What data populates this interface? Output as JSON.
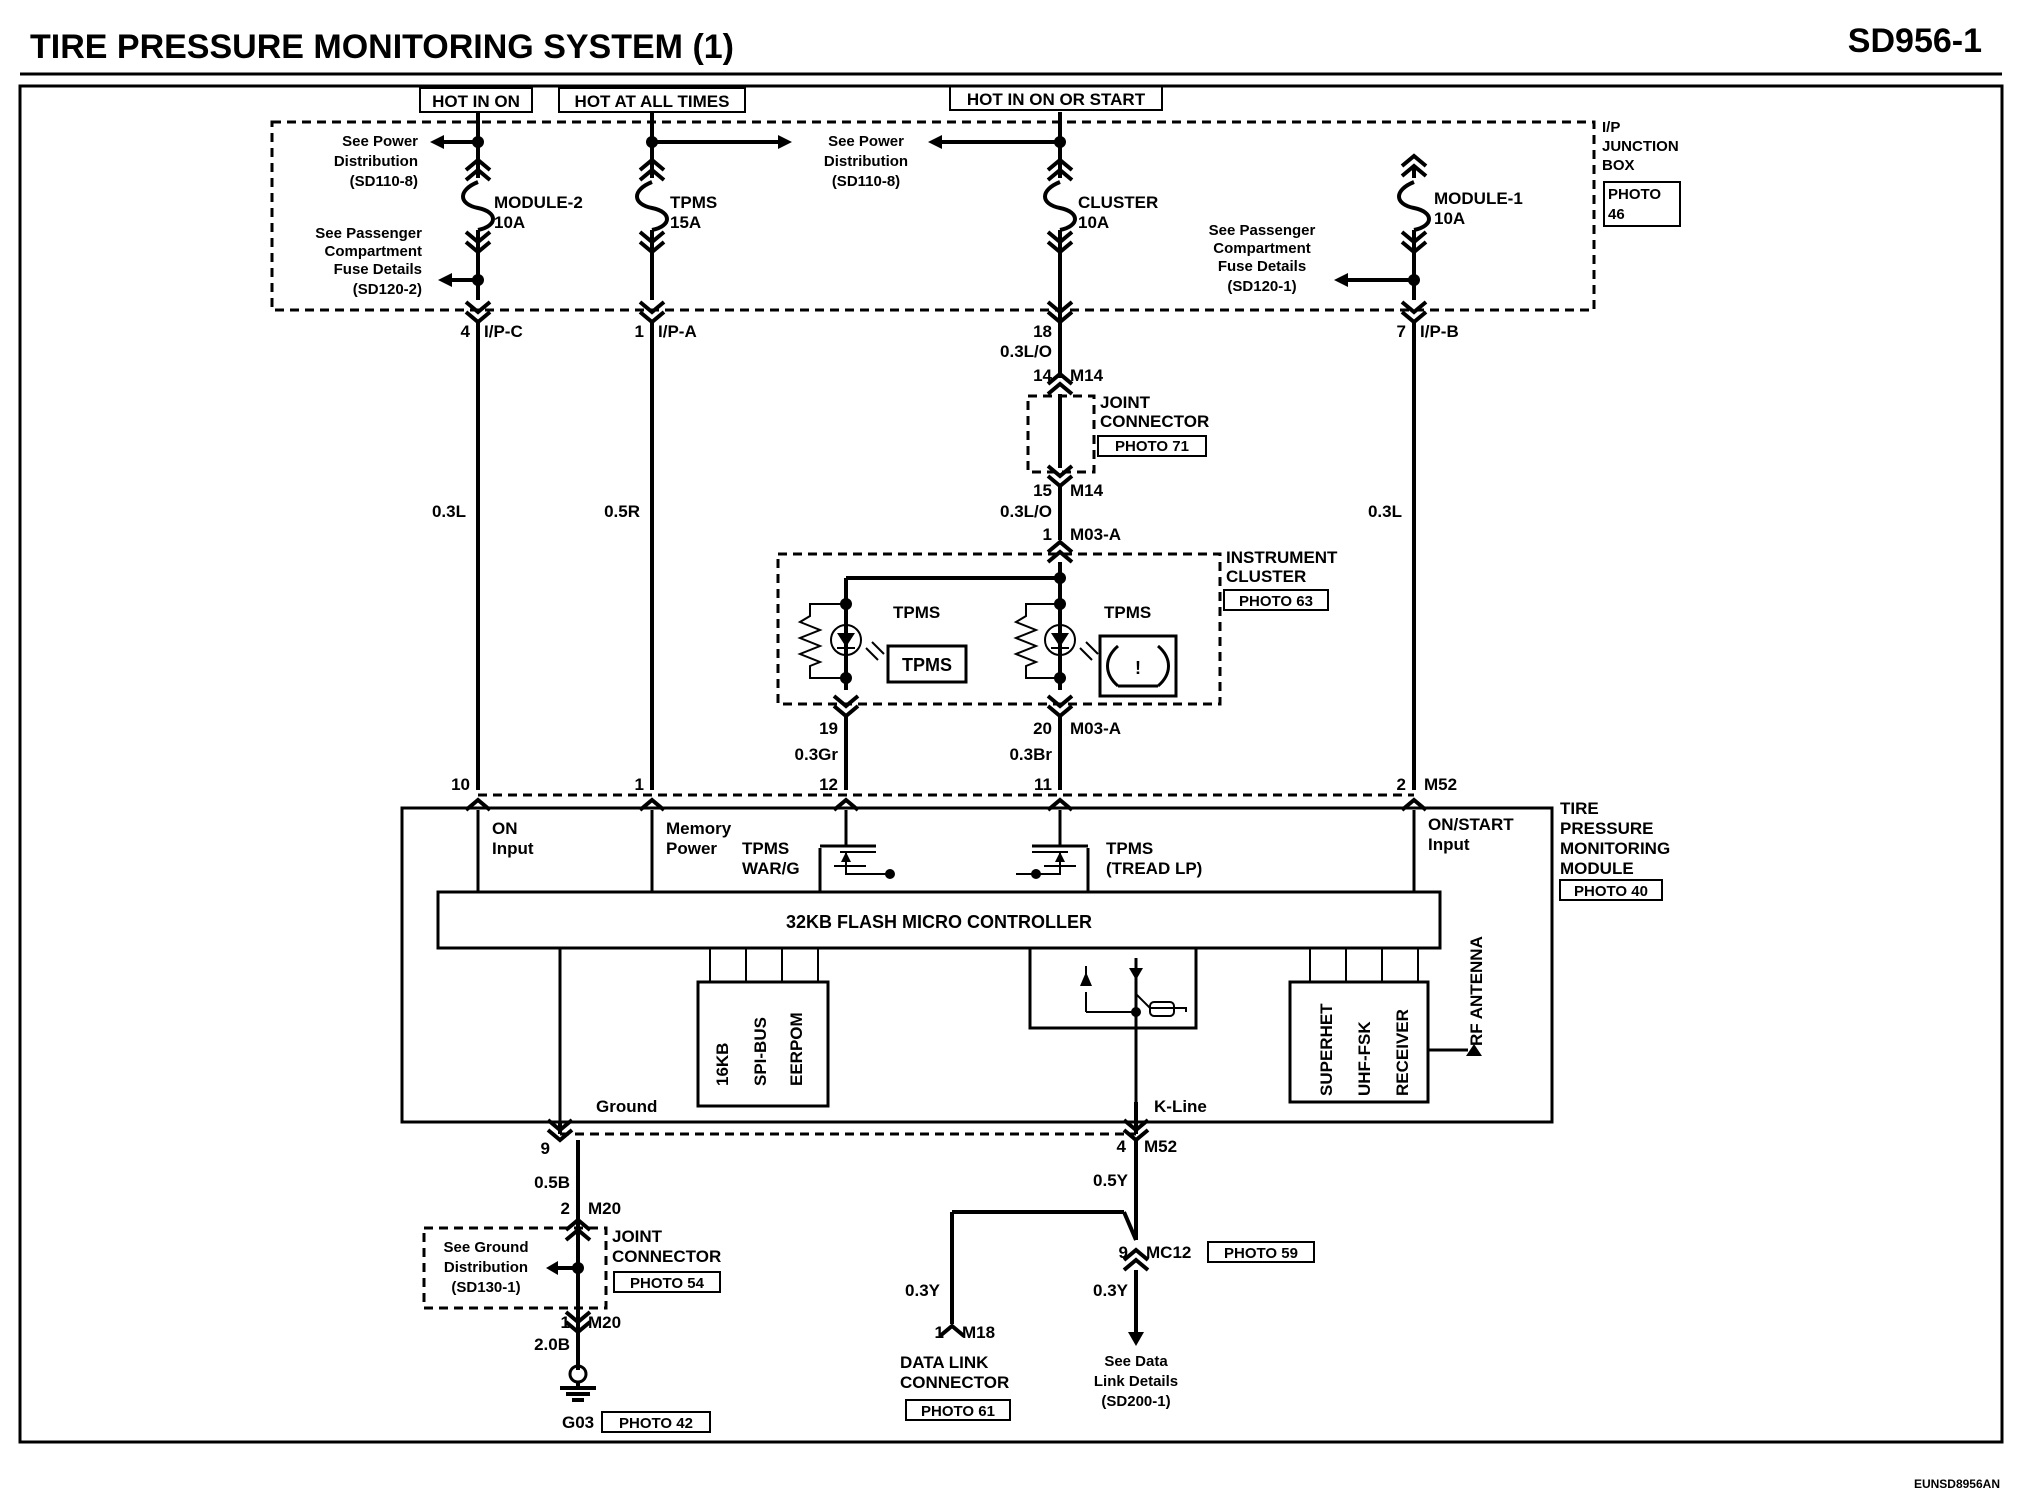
{
  "header": {
    "title": "TIRE PRESSURE MONITORING SYSTEM (1)",
    "code": "SD956-1"
  },
  "footer": {
    "drawing_id": "EUNSD8956AN"
  },
  "hot": {
    "on": "HOT IN ON",
    "always": "HOT AT ALL TIMES",
    "on_start": "HOT IN ON OR START"
  },
  "junction_box": {
    "l1": "I/P",
    "l2": "JUNCTION",
    "l3": "BOX",
    "p1": "PHOTO",
    "p2": "46"
  },
  "fuses": {
    "module2": {
      "name": "MODULE-2",
      "rating": "10A"
    },
    "tpms": {
      "name": "TPMS",
      "rating": "15A"
    },
    "cluster": {
      "name": "CLUSTER",
      "rating": "10A"
    },
    "module1": {
      "name": "MODULE-1",
      "rating": "10A"
    }
  },
  "refs": {
    "power_dist_1": [
      "See Power",
      "Distribution",
      "(SD110-8)"
    ],
    "power_dist_2": [
      "See Power",
      "Distribution",
      "(SD110-8)"
    ],
    "passenger_2": [
      "See Passenger",
      "Compartment",
      "Fuse Details",
      "(SD120-2)"
    ],
    "passenger_1": [
      "See Passenger",
      "Compartment",
      "Fuse Details",
      "(SD120-1)"
    ],
    "ground": [
      "See Ground",
      "Distribution",
      "(SD130-1)"
    ],
    "data_link": [
      "See Data",
      "Link Details",
      "(SD200-1)"
    ]
  },
  "connectors": {
    "ipc": {
      "pin": "4",
      "name": "I/P-C"
    },
    "ipa": {
      "pin": "1",
      "name": "I/P-A"
    },
    "ip_cluster": {
      "pin": "18"
    },
    "ipb": {
      "pin": "7",
      "name": "I/P-B"
    },
    "m14_top": {
      "pin": "14",
      "name": "M14"
    },
    "m14_bot": {
      "pin": "15",
      "name": "M14"
    },
    "m03a_top": {
      "pin": "1",
      "name": "M03-A"
    },
    "m03a_19": {
      "pin": "19"
    },
    "m03a_20": {
      "pin": "20",
      "name": "M03-A"
    },
    "m52": {
      "p10": "10",
      "p1": "1",
      "p12": "12",
      "p11": "11",
      "p2": "2",
      "name": "M52"
    },
    "m52_bot": {
      "p9": "9",
      "p4": "4",
      "name": "M52"
    },
    "m20_top": {
      "pin": "2",
      "name": "M20"
    },
    "m20_bot": {
      "pin": "1",
      "name": "M20"
    },
    "mc12": {
      "pin": "9",
      "name": "MC12",
      "photo": "PHOTO 59"
    },
    "m18": {
      "pin": "1",
      "name": "M18"
    }
  },
  "wires": {
    "a": "0.3L",
    "b": "0.5R",
    "c1": "0.3L/O",
    "c2": "0.3L/O",
    "d": "0.3L",
    "gr": "0.3Gr",
    "br": "0.3Br",
    "gnd1": "0.5B",
    "gnd2": "2.0B",
    "kline1": "0.5Y",
    "kline2": "0.3Y",
    "kline3": "0.3Y"
  },
  "joint_connector_1": {
    "l1": "JOINT",
    "l2": "CONNECTOR",
    "photo": "PHOTO 71"
  },
  "joint_connector_2": {
    "l1": "JOINT",
    "l2": "CONNECTOR",
    "photo": "PHOTO 54"
  },
  "instrument_cluster": {
    "l1": "INSTRUMENT",
    "l2": "CLUSTER",
    "photo": "PHOTO 63",
    "lamp_left": "TPMS",
    "lamp_right": "TPMS",
    "indicator_text": "TPMS",
    "warning_glyph": "!"
  },
  "tpms_module": {
    "l1": "TIRE",
    "l2": "PRESSURE",
    "l3": "MONITORING",
    "l4": "MODULE",
    "photo": "PHOTO 40",
    "on_input": [
      "ON",
      "Input"
    ],
    "memory_power": [
      "Memory",
      "Power"
    ],
    "onstart_input": [
      "ON/START",
      "Input"
    ],
    "warg": [
      "TPMS",
      "WAR/G"
    ],
    "tread": [
      "TPMS",
      "(TREAD LP)"
    ],
    "mcu": "32KB FLASH MICRO CONTROLLER",
    "memory": [
      "16KB",
      "SPI-BUS",
      "EERPOM"
    ],
    "receiver": [
      "SUPERHET",
      "UHF-FSK",
      "RECEIVER"
    ],
    "rf_antenna": "RF ANTENNA",
    "ground": "Ground",
    "kline": "K-Line"
  },
  "ground": {
    "name": "G03",
    "photo": "PHOTO 42"
  },
  "data_link": {
    "l1": "DATA LINK",
    "l2": "CONNECTOR",
    "photo": "PHOTO 61"
  }
}
